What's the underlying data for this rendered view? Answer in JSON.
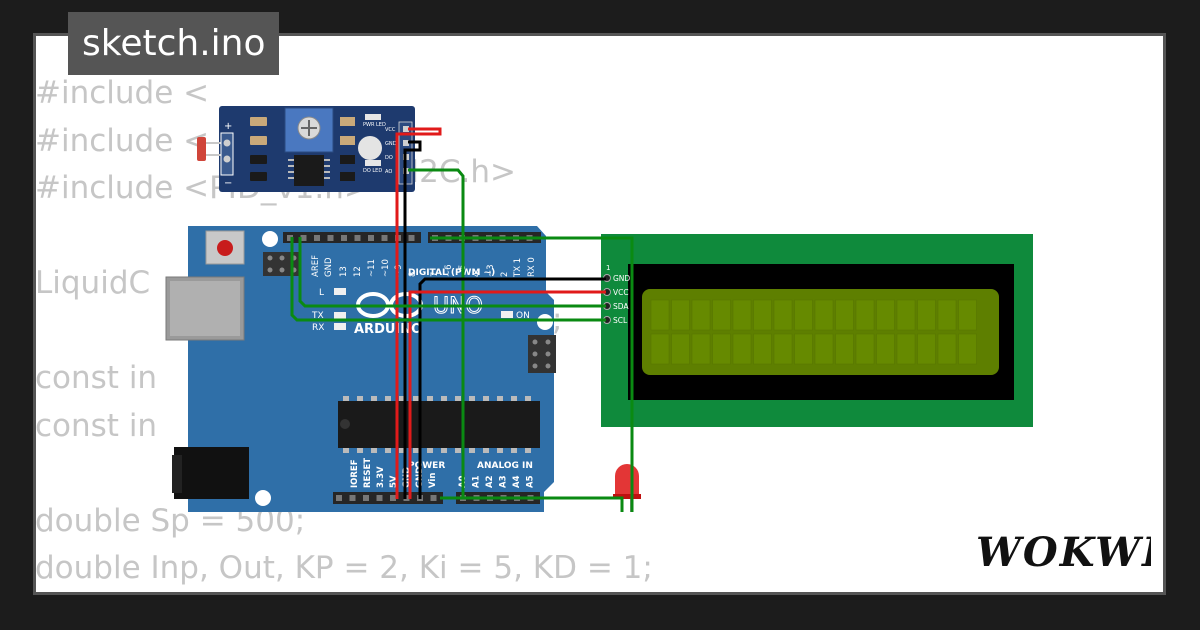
{
  "title": "sketch.ino",
  "code_lines": [
    "#include <",
    "#include <",
    "#include <PID_v1.h>",
    "",
    "LiquidC",
    "",
    "const in",
    "const in",
    "",
    "double Sp = 500;",
    "double Inp, Out, KP = 2, Ki = 5, KD = 1;"
  ],
  "code_fragments": {
    "i2c_suffix": "I2C.h>",
    "lcd_suffix": ";"
  },
  "module": {
    "plus": "+",
    "minus": "−",
    "pwr_led": "PWR LED",
    "do_led": "DO LED",
    "pins": [
      "VCC",
      "GND",
      "DO",
      "AO"
    ]
  },
  "arduino": {
    "brand": "ARDUINO",
    "model": "UNO",
    "digital_label": "DIGITAL (PWM ~)",
    "power_label": "POWER",
    "analog_label": "ANALOG IN",
    "led_l": "L",
    "led_tx": "TX",
    "led_rx": "RX",
    "led_on": "ON",
    "top_pins": [
      "AREF",
      "GND",
      "13",
      "12",
      "~11",
      "~10",
      "~9",
      "8",
      "7",
      "~6",
      "~5",
      "4",
      "~3",
      "2",
      "TX 1",
      "RX 0"
    ],
    "power_pins": [
      "IOREF",
      "RESET",
      "3.3V",
      "5V",
      "GND",
      "GND",
      "Vin"
    ],
    "analog_pins": [
      "A0",
      "A1",
      "A2",
      "A3",
      "A4",
      "A5"
    ]
  },
  "lcd": {
    "pin_one": "1",
    "pins": [
      "GND",
      "VCC",
      "SDA",
      "SCL"
    ]
  },
  "logo_text": "WOKWI",
  "colors": {
    "board": "#2f6fa8",
    "module": "#1e3a6e",
    "lcd_pcb": "#0f8a3c",
    "lcd_screen": "#5e7f00",
    "wire_red": "#e11a1a",
    "wire_black": "#000000",
    "wire_green": "#0a8a12",
    "code_text": "#c6c6c6"
  }
}
